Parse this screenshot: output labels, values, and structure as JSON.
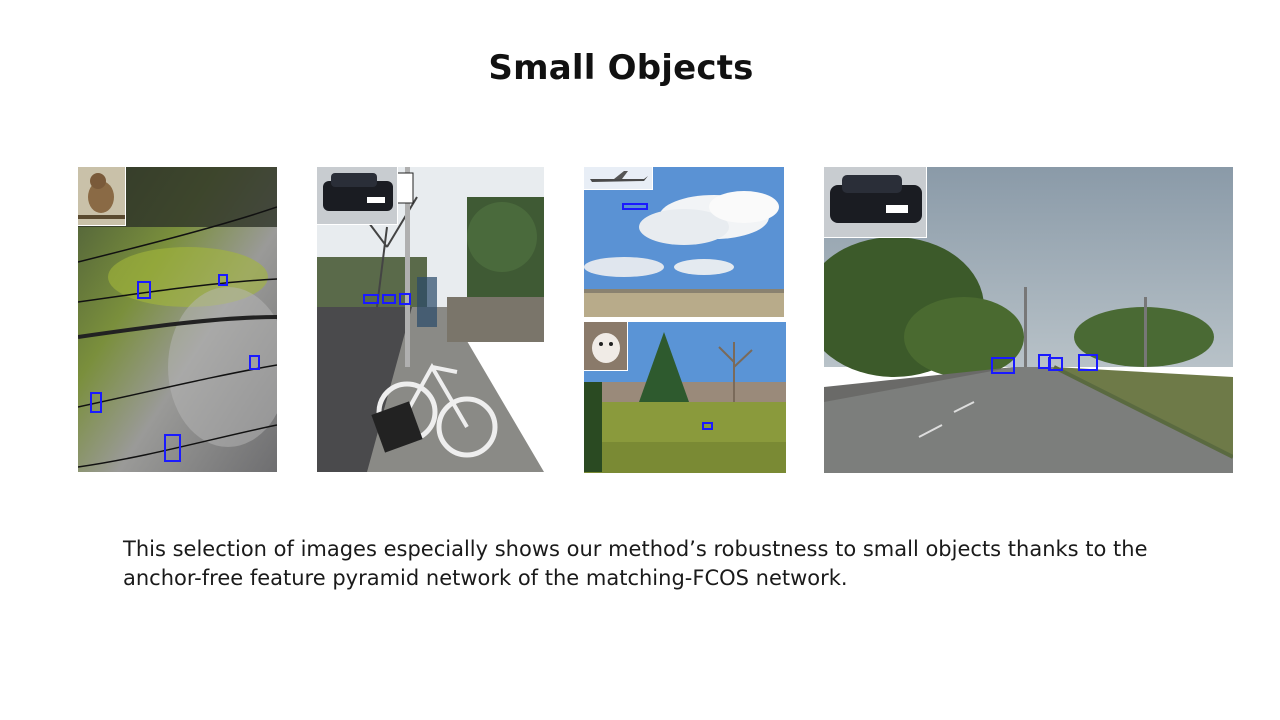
{
  "slide": {
    "title": "Small Objects",
    "caption": "This selection of images especially shows our method’s robustness to small objects thanks to the anchor-free feature pyramid network of the matching-FCOS network."
  },
  "figures": [
    {
      "subject": "birds on wires",
      "query": "sparrow"
    },
    {
      "subject": "street with ghost bike",
      "query": "car"
    },
    {
      "subject": "sky with clouds",
      "query": "airplane"
    },
    {
      "subject": "park lawn with trees",
      "query": "dog"
    },
    {
      "subject": "highway road",
      "query": "car"
    }
  ],
  "colors": {
    "detection_box": "#1a1aff"
  }
}
